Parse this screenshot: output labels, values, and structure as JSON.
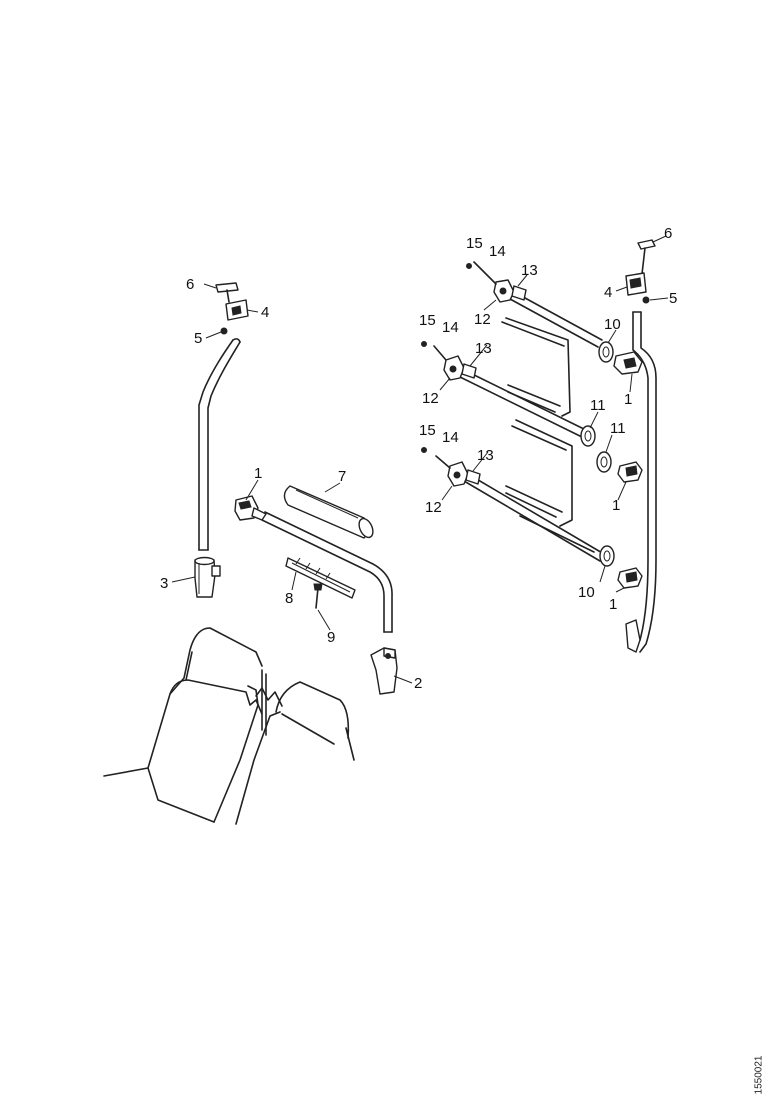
{
  "diagram": {
    "drawing_number": "1550021",
    "callouts": {
      "left_6": "6",
      "left_4": "4",
      "left_5": "5",
      "left_3": "3",
      "mid_1": "1",
      "mid_7": "7",
      "mid_8": "8",
      "mid_9": "9",
      "mid_2": "2",
      "r_15a": "15",
      "r_14a": "14",
      "r_13a": "13",
      "r_12a": "12",
      "r_15b": "15",
      "r_14b": "14",
      "r_13b": "13",
      "r_12b": "12",
      "r_15c": "15",
      "r_14c": "14",
      "r_13c": "13",
      "r_12c": "12",
      "r_10a": "10",
      "r_1a": "1",
      "r_11a": "11",
      "r_11b": "11",
      "r_1b": "1",
      "r_10b": "10",
      "r_1c": "1",
      "r_6": "6",
      "r_4": "4",
      "r_5": "5"
    }
  }
}
